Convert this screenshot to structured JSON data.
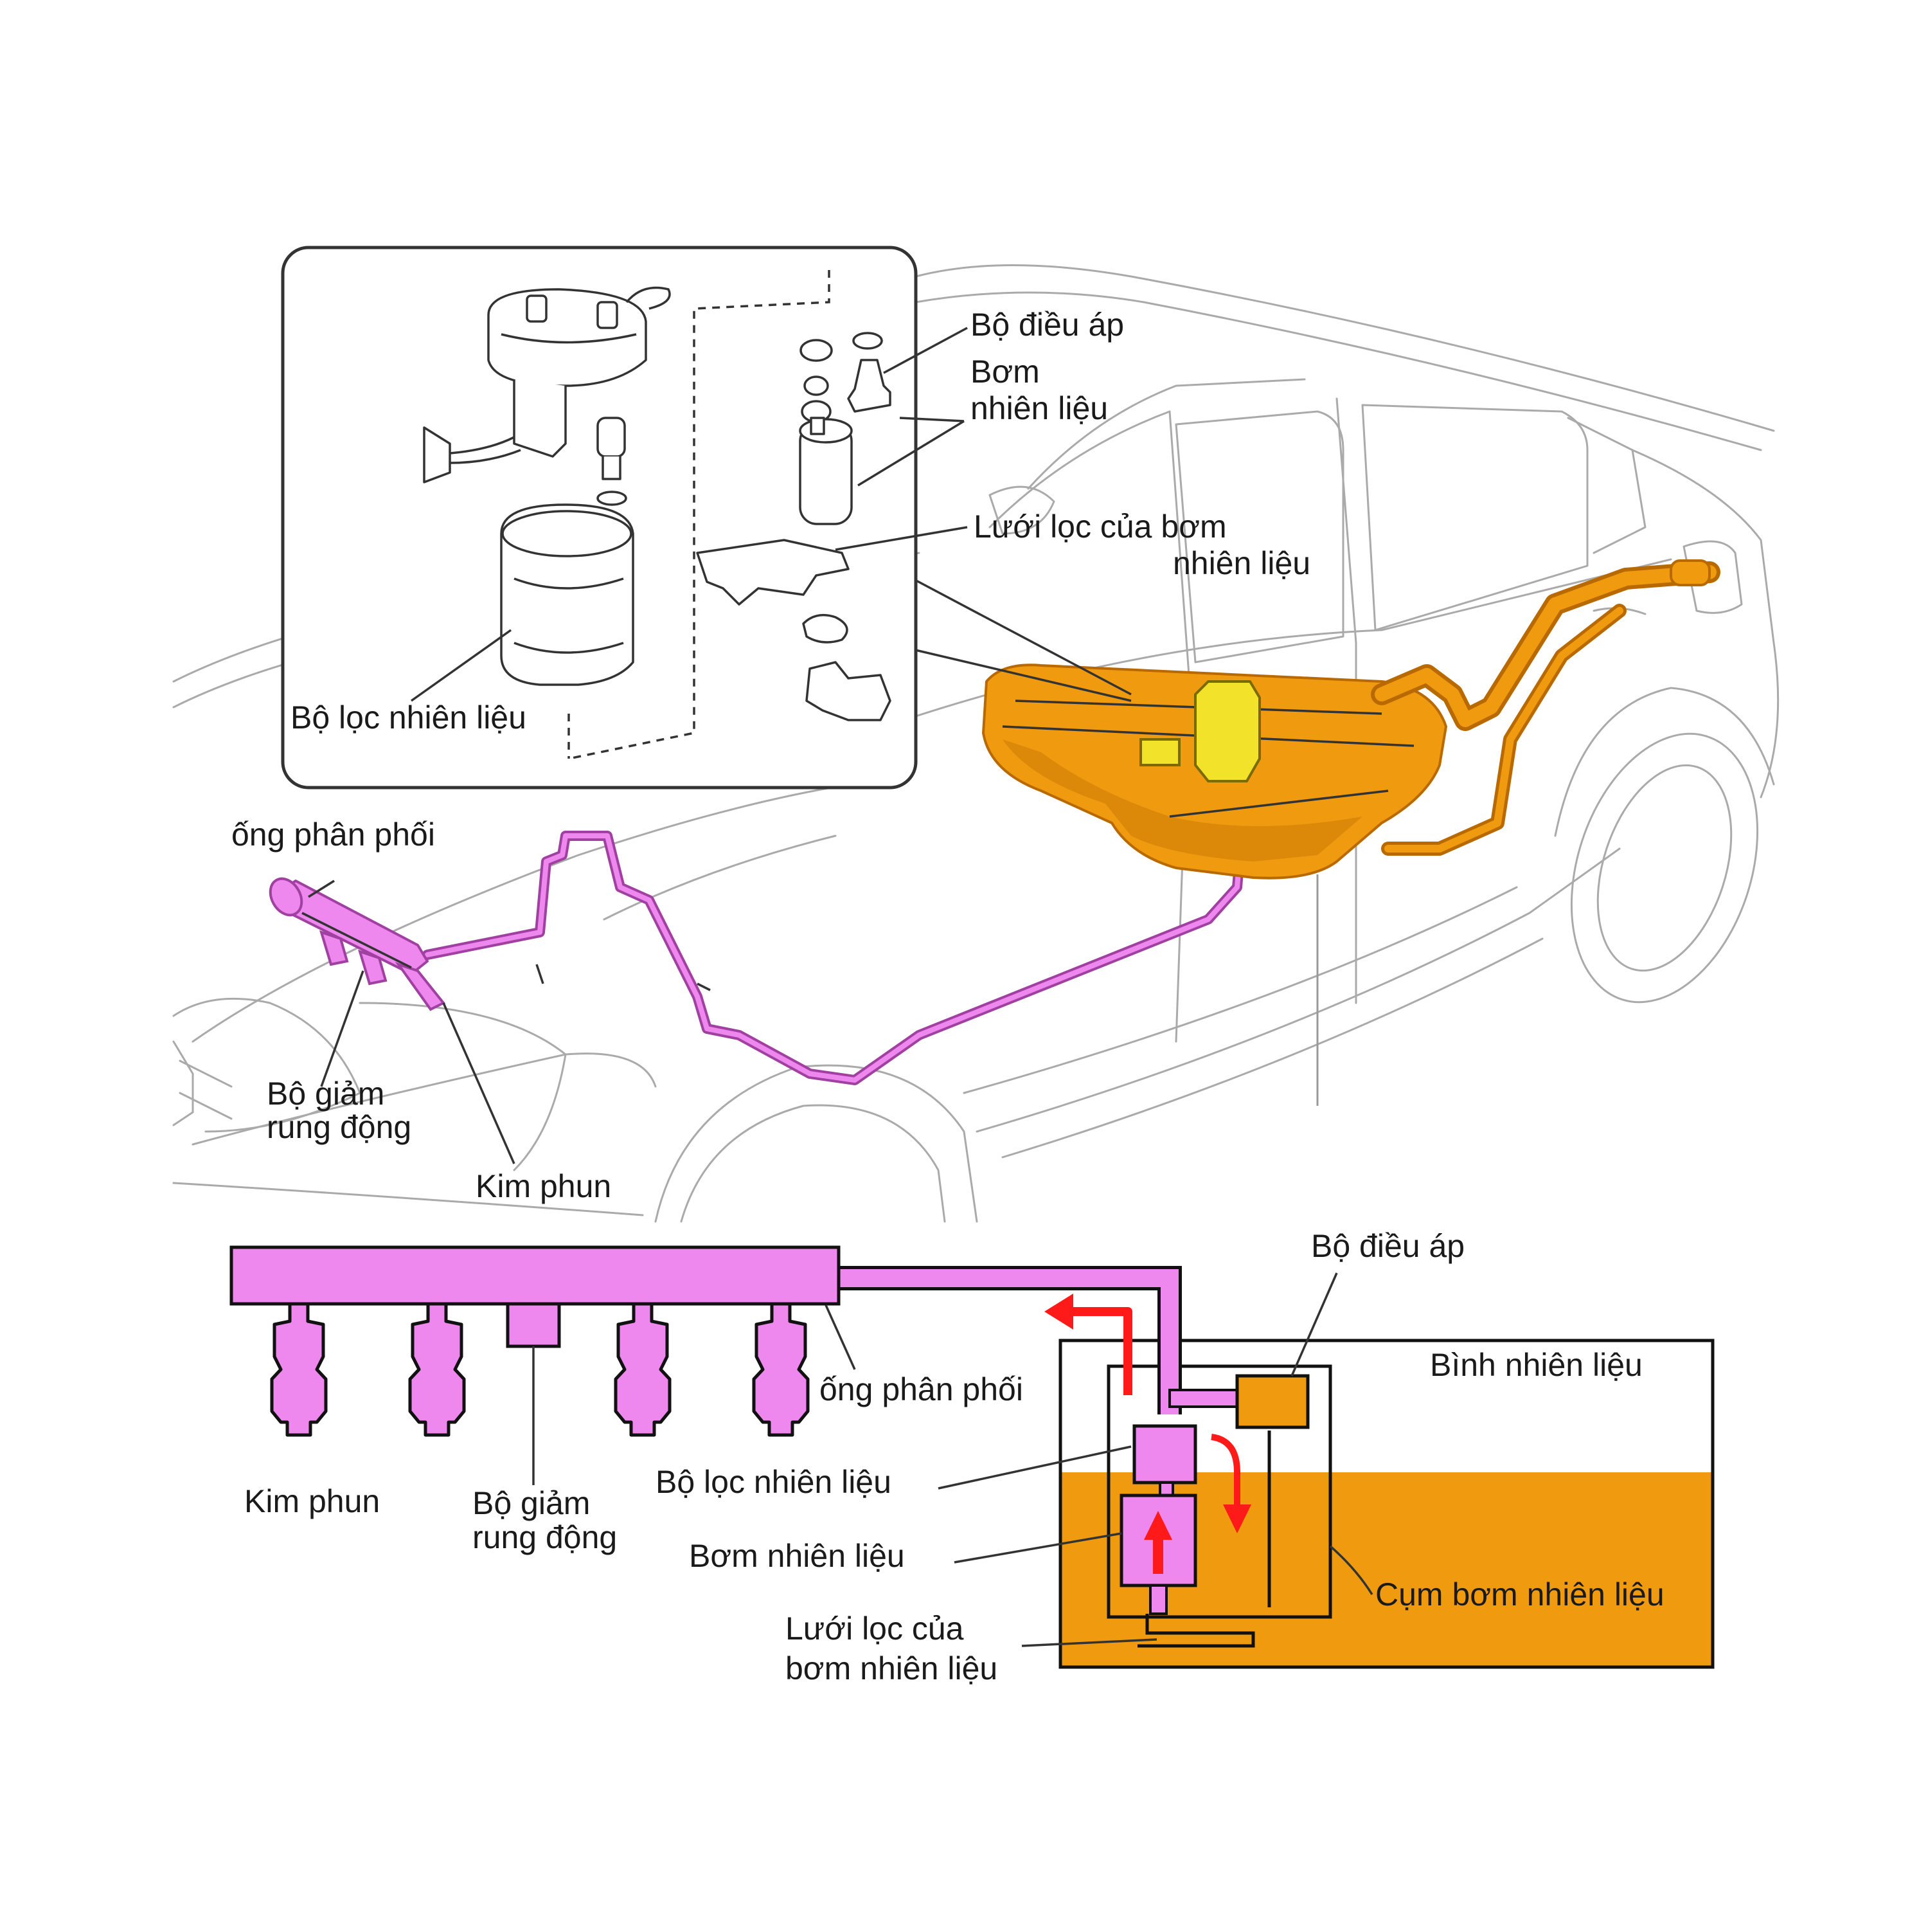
{
  "colors": {
    "fuel_line": "#ee88ee",
    "fuel_line_dark": "#a040a0",
    "tank": "#f09a10",
    "tank_dark": "#b86a00",
    "pump_highlight": "#f2e22a",
    "flow_arrow": "#ff1a1a"
  },
  "icons": {
    "flow": "arrow-icon",
    "pump": "fuel-pump-icon",
    "tank": "fuel-tank-icon"
  },
  "top_diagram": {
    "labels": {
      "pressure_regulator": "Bộ điều áp",
      "fuel_pump": [
        "Bơm",
        "nhiên liệu"
      ],
      "pump_strainer": [
        "Lưới lọc của bơm",
        "nhiên liệu"
      ],
      "fuel_filter": "Bộ lọc nhiên liệu",
      "delivery_pipe": "ống phân phối",
      "pulsation_damper": [
        "Bộ giảm",
        "rung động"
      ],
      "injector": "Kim phun"
    }
  },
  "schematic": {
    "labels": {
      "pressure_regulator": "Bộ điều áp",
      "fuel_tank": "Bình nhiên liệu",
      "delivery_pipe": "ống phân phối",
      "fuel_filter": "Bộ lọc nhiên liệu",
      "fuel_pump": "Bơm nhiên liệu",
      "pump_strainer": [
        "Lưới lọc của",
        "bơm nhiên liệu"
      ],
      "pump_assembly": "Cụm bơm nhiên liệu",
      "injector": "Kim phun",
      "pulsation_damper": [
        "Bộ giảm",
        "rung động"
      ]
    }
  }
}
